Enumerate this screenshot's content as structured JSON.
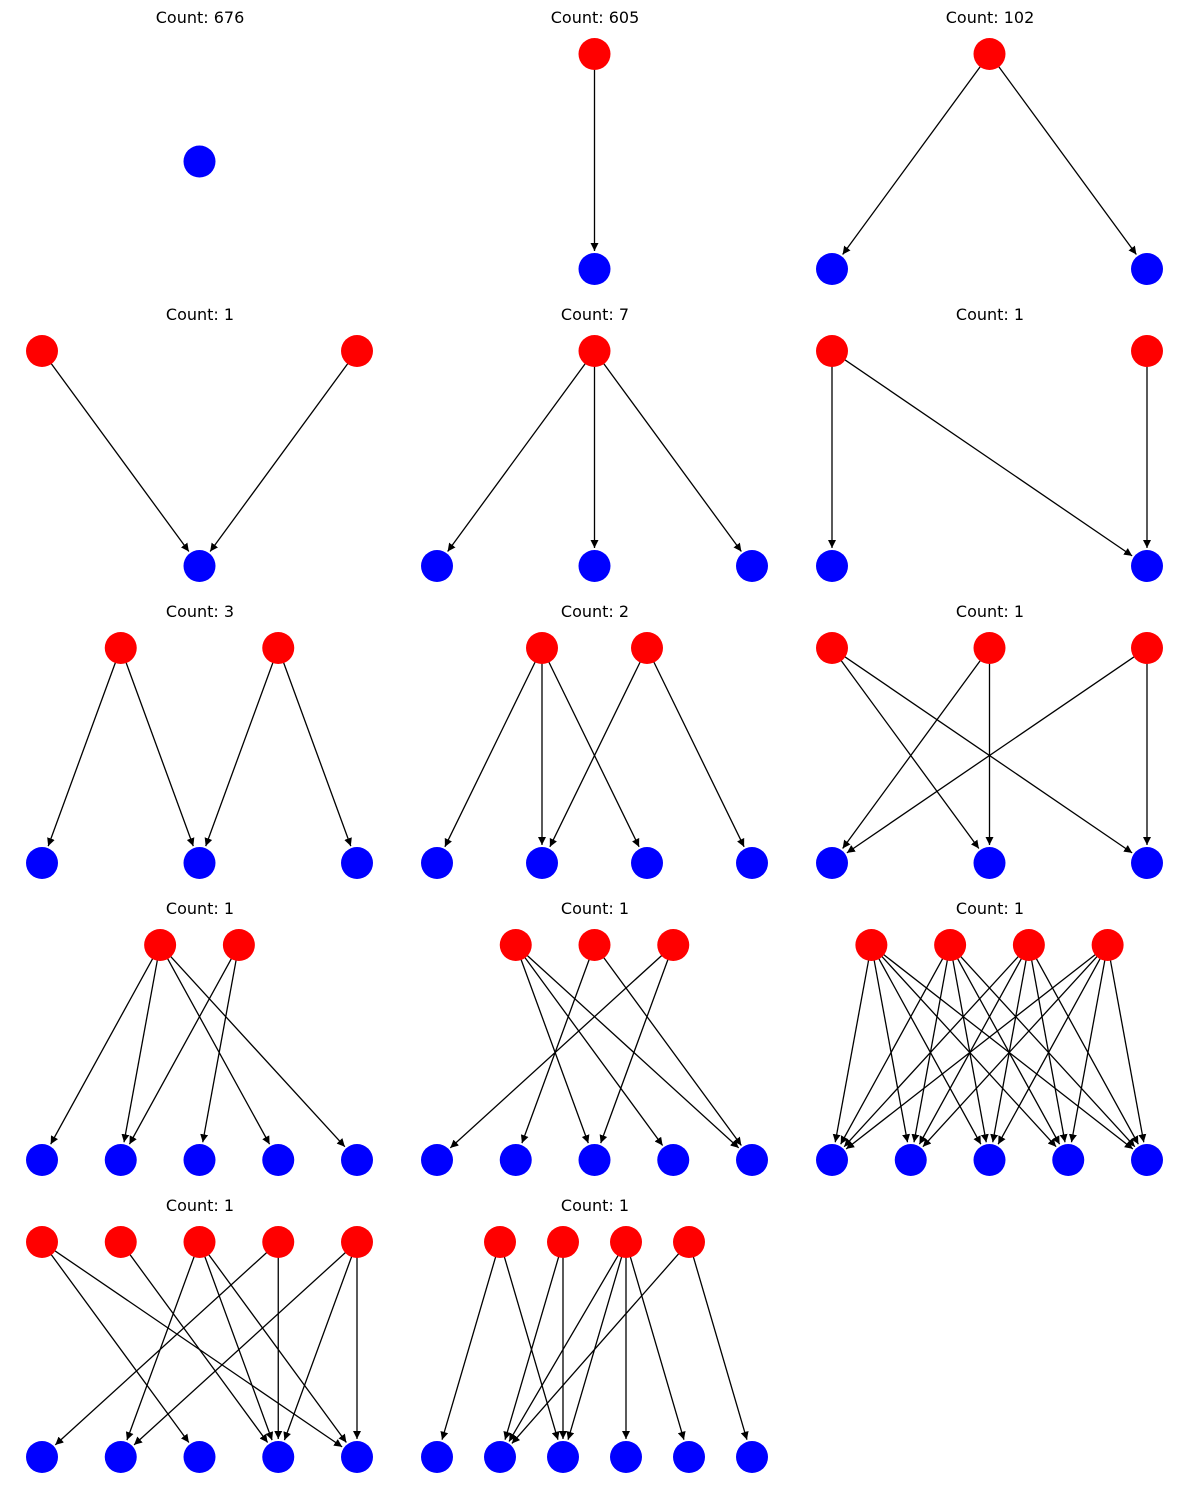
{
  "colors": {
    "source": "#ff0000",
    "target": "#0000ff",
    "edge": "#000000"
  },
  "panels": [
    {
      "title": "Count: 676",
      "sources": 0,
      "targets": 1,
      "edges": []
    },
    {
      "title": "Count: 605",
      "sources": 1,
      "targets": 1,
      "edges": [
        [
          0,
          0
        ]
      ]
    },
    {
      "title": "Count: 102",
      "sources": 1,
      "targets": 2,
      "edges": [
        [
          0,
          0
        ],
        [
          0,
          1
        ]
      ]
    },
    {
      "title": "Count: 1",
      "sources": 2,
      "targets": 1,
      "edges": [
        [
          0,
          0
        ],
        [
          1,
          0
        ]
      ]
    },
    {
      "title": "Count: 7",
      "sources": 1,
      "targets": 3,
      "edges": [
        [
          0,
          0
        ],
        [
          0,
          1
        ],
        [
          0,
          2
        ]
      ]
    },
    {
      "title": "Count: 1",
      "sources": 2,
      "targets": 2,
      "edges": [
        [
          0,
          0
        ],
        [
          0,
          1
        ],
        [
          1,
          1
        ]
      ]
    },
    {
      "title": "Count: 3",
      "sources": 2,
      "targets": 3,
      "edges": [
        [
          0,
          0
        ],
        [
          0,
          1
        ],
        [
          1,
          1
        ],
        [
          1,
          2
        ]
      ]
    },
    {
      "title": "Count: 2",
      "sources": 2,
      "targets": 4,
      "edges": [
        [
          0,
          0
        ],
        [
          0,
          1
        ],
        [
          0,
          2
        ],
        [
          1,
          1
        ],
        [
          1,
          3
        ]
      ]
    },
    {
      "title": "Count: 1",
      "sources": 3,
      "targets": 3,
      "edges": [
        [
          0,
          1
        ],
        [
          0,
          2
        ],
        [
          1,
          0
        ],
        [
          1,
          1
        ],
        [
          2,
          0
        ],
        [
          2,
          2
        ]
      ]
    },
    {
      "title": "Count: 1",
      "sources": 2,
      "targets": 5,
      "edges": [
        [
          0,
          0
        ],
        [
          0,
          1
        ],
        [
          0,
          3
        ],
        [
          0,
          4
        ],
        [
          1,
          1
        ],
        [
          1,
          2
        ]
      ]
    },
    {
      "title": "Count: 1",
      "sources": 3,
      "targets": 5,
      "edges": [
        [
          0,
          2
        ],
        [
          0,
          3
        ],
        [
          0,
          4
        ],
        [
          1,
          1
        ],
        [
          1,
          4
        ],
        [
          2,
          0
        ],
        [
          2,
          2
        ]
      ]
    },
    {
      "title": "Count: 1",
      "sources": 4,
      "targets": 5,
      "edges": [
        [
          0,
          0
        ],
        [
          0,
          1
        ],
        [
          0,
          2
        ],
        [
          0,
          3
        ],
        [
          0,
          4
        ],
        [
          1,
          0
        ],
        [
          1,
          1
        ],
        [
          1,
          2
        ],
        [
          1,
          3
        ],
        [
          1,
          4
        ],
        [
          2,
          0
        ],
        [
          2,
          1
        ],
        [
          2,
          2
        ],
        [
          2,
          3
        ],
        [
          2,
          4
        ],
        [
          3,
          0
        ],
        [
          3,
          1
        ],
        [
          3,
          2
        ],
        [
          3,
          3
        ],
        [
          3,
          4
        ]
      ]
    },
    {
      "title": "Count: 1",
      "sources": 5,
      "targets": 5,
      "edges": [
        [
          0,
          2
        ],
        [
          0,
          4
        ],
        [
          1,
          3
        ],
        [
          2,
          1
        ],
        [
          2,
          3
        ],
        [
          2,
          4
        ],
        [
          3,
          0
        ],
        [
          3,
          3
        ],
        [
          4,
          1
        ],
        [
          4,
          3
        ],
        [
          4,
          4
        ]
      ]
    },
    {
      "title": "Count: 1",
      "sources": 4,
      "targets": 6,
      "edges": [
        [
          0,
          0
        ],
        [
          0,
          2
        ],
        [
          1,
          1
        ],
        [
          1,
          2
        ],
        [
          2,
          1
        ],
        [
          2,
          2
        ],
        [
          2,
          3
        ],
        [
          2,
          4
        ],
        [
          3,
          1
        ],
        [
          3,
          5
        ]
      ]
    }
  ]
}
